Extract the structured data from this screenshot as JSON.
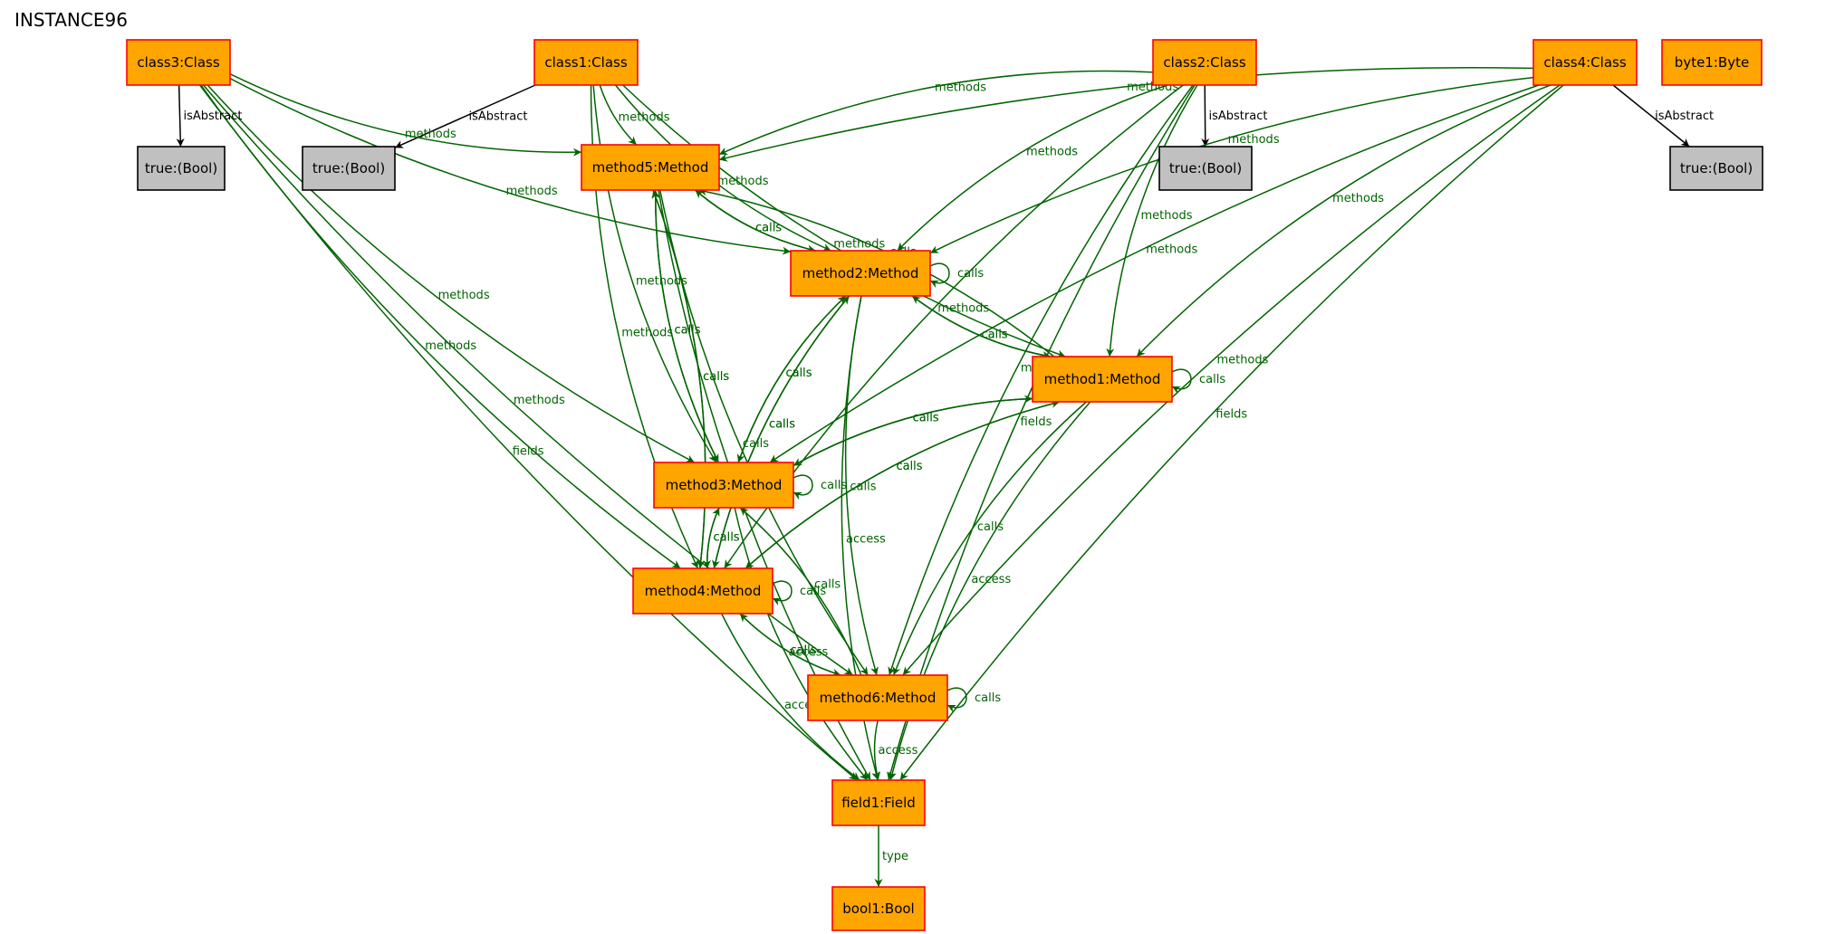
{
  "diagram": {
    "title": "INSTANCE96",
    "colors": {
      "node_fill": "#FFA500",
      "node_stroke": "#FF0000",
      "value_fill": "#C0C0C0",
      "value_stroke": "#000000",
      "assoc_edge": "#006400",
      "attr_edge": "#000000"
    },
    "nodes": [
      {
        "id": "class3",
        "label": "class3:Class",
        "kind": "object"
      },
      {
        "id": "class1",
        "label": "class1:Class",
        "kind": "object"
      },
      {
        "id": "class2",
        "label": "class2:Class",
        "kind": "object"
      },
      {
        "id": "class4",
        "label": "class4:Class",
        "kind": "object"
      },
      {
        "id": "byte1",
        "label": "byte1:Byte",
        "kind": "object"
      },
      {
        "id": "bool_c3",
        "label": "true:(Bool)",
        "kind": "value"
      },
      {
        "id": "bool_c1",
        "label": "true:(Bool)",
        "kind": "value"
      },
      {
        "id": "bool_c2",
        "label": "true:(Bool)",
        "kind": "value"
      },
      {
        "id": "bool_c4",
        "label": "true:(Bool)",
        "kind": "value"
      },
      {
        "id": "method5",
        "label": "method5:Method",
        "kind": "object"
      },
      {
        "id": "method2",
        "label": "method2:Method",
        "kind": "object"
      },
      {
        "id": "method1",
        "label": "method1:Method",
        "kind": "object"
      },
      {
        "id": "method3",
        "label": "method3:Method",
        "kind": "object"
      },
      {
        "id": "method4",
        "label": "method4:Method",
        "kind": "object"
      },
      {
        "id": "method6",
        "label": "method6:Method",
        "kind": "object"
      },
      {
        "id": "field1",
        "label": "field1:Field",
        "kind": "object"
      },
      {
        "id": "bool1",
        "label": "bool1:Bool",
        "kind": "object"
      }
    ],
    "edges": [
      {
        "from": "class3",
        "to": "bool_c3",
        "label": "isAbstract"
      },
      {
        "from": "class1",
        "to": "bool_c1",
        "label": "isAbstract"
      },
      {
        "from": "class2",
        "to": "bool_c2",
        "label": "isAbstract"
      },
      {
        "from": "class4",
        "to": "bool_c4",
        "label": "isAbstract"
      },
      {
        "from": "class3",
        "to": "method5",
        "label": "methods"
      },
      {
        "from": "class3",
        "to": "method2",
        "label": "methods"
      },
      {
        "from": "class3",
        "to": "method3",
        "label": "methods"
      },
      {
        "from": "class3",
        "to": "method4",
        "label": "methods"
      },
      {
        "from": "class3",
        "to": "method6",
        "label": "methods"
      },
      {
        "from": "class3",
        "to": "field1",
        "label": "fields"
      },
      {
        "from": "class1",
        "to": "method5",
        "label": "methods"
      },
      {
        "from": "class1",
        "to": "method2",
        "label": "methods"
      },
      {
        "from": "class1",
        "to": "method1",
        "label": "methods"
      },
      {
        "from": "class1",
        "to": "method3",
        "label": "methods"
      },
      {
        "from": "class1",
        "to": "method4",
        "label": "methods"
      },
      {
        "from": "class2",
        "to": "method5",
        "label": "methods"
      },
      {
        "from": "class2",
        "to": "method2",
        "label": "methods"
      },
      {
        "from": "class2",
        "to": "method1",
        "label": "methods"
      },
      {
        "from": "class2",
        "to": "method4",
        "label": "methods"
      },
      {
        "from": "class2",
        "to": "method6",
        "label": "methods"
      },
      {
        "from": "class2",
        "to": "field1",
        "label": "fields"
      },
      {
        "from": "class4",
        "to": "method5",
        "label": "methods"
      },
      {
        "from": "class4",
        "to": "method2",
        "label": "methods"
      },
      {
        "from": "class4",
        "to": "method1",
        "label": "methods"
      },
      {
        "from": "class4",
        "to": "method3",
        "label": "methods"
      },
      {
        "from": "class4",
        "to": "method6",
        "label": "methods"
      },
      {
        "from": "class4",
        "to": "field1",
        "label": "fields"
      },
      {
        "from": "method5",
        "to": "method2",
        "label": "calls"
      },
      {
        "from": "method2",
        "to": "method5",
        "label": "calls"
      },
      {
        "from": "method1",
        "to": "method5",
        "label": "calls"
      },
      {
        "from": "method5",
        "to": "method3",
        "label": "calls"
      },
      {
        "from": "method3",
        "to": "method5",
        "label": "calls"
      },
      {
        "from": "method4",
        "to": "method5",
        "label": "calls"
      },
      {
        "from": "method5",
        "to": "method4",
        "label": "calls"
      },
      {
        "from": "method5",
        "to": "method6",
        "label": "calls"
      },
      {
        "from": "method5",
        "to": "field1",
        "label": "access"
      },
      {
        "from": "method2",
        "to": "method2",
        "label": "calls"
      },
      {
        "from": "method2",
        "to": "method1",
        "label": "calls"
      },
      {
        "from": "method1",
        "to": "method2",
        "label": "calls"
      },
      {
        "from": "method2",
        "to": "method3",
        "label": "calls"
      },
      {
        "from": "method3",
        "to": "method2",
        "label": "calls"
      },
      {
        "from": "method2",
        "to": "method4",
        "label": "calls"
      },
      {
        "from": "method4",
        "to": "method2",
        "label": "calls"
      },
      {
        "from": "method2",
        "to": "method6",
        "label": "calls"
      },
      {
        "from": "method2",
        "to": "field1",
        "label": "access"
      },
      {
        "from": "method1",
        "to": "method1",
        "label": "calls"
      },
      {
        "from": "method1",
        "to": "method3",
        "label": "calls"
      },
      {
        "from": "method3",
        "to": "method1",
        "label": "calls"
      },
      {
        "from": "method1",
        "to": "method4",
        "label": "calls"
      },
      {
        "from": "method4",
        "to": "method1",
        "label": "calls"
      },
      {
        "from": "method1",
        "to": "method6",
        "label": "calls"
      },
      {
        "from": "method1",
        "to": "field1",
        "label": "access"
      },
      {
        "from": "method3",
        "to": "method3",
        "label": "calls"
      },
      {
        "from": "method3",
        "to": "method4",
        "label": "calls"
      },
      {
        "from": "method4",
        "to": "method3",
        "label": "calls"
      },
      {
        "from": "method6",
        "to": "method3",
        "label": "calls"
      },
      {
        "from": "method3",
        "to": "field1",
        "label": "access"
      },
      {
        "from": "method4",
        "to": "method4",
        "label": "calls"
      },
      {
        "from": "method4",
        "to": "method6",
        "label": "calls"
      },
      {
        "from": "method6",
        "to": "method4",
        "label": "calls"
      },
      {
        "from": "method4",
        "to": "field1",
        "label": "access"
      },
      {
        "from": "method6",
        "to": "method6",
        "label": "calls"
      },
      {
        "from": "method6",
        "to": "field1",
        "label": "access"
      },
      {
        "from": "field1",
        "to": "bool1",
        "label": "type"
      }
    ]
  }
}
